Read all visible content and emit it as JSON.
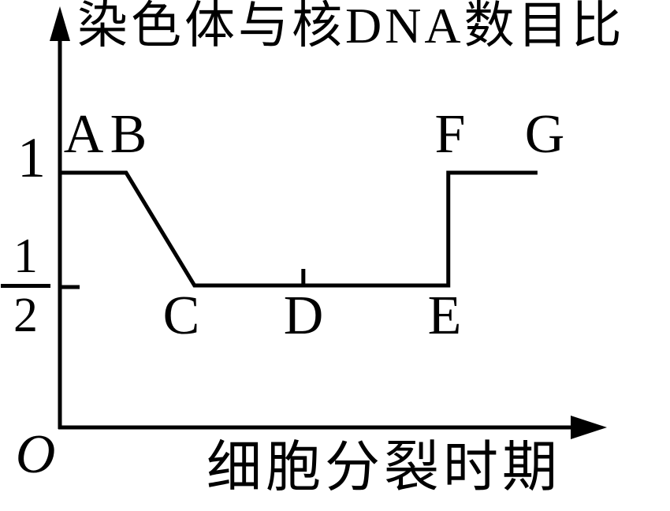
{
  "figure": {
    "background": "#ffffff",
    "ink": "#000000"
  },
  "chart_data": {
    "type": "line",
    "title": "染色体与核DNA数目比",
    "xlabel": "细胞分裂时期",
    "ylabel": "",
    "origin_label": "O",
    "grid": false,
    "legend": false,
    "line_color": "#000000",
    "xlim": [
      0,
      10
    ],
    "ylim": [
      0,
      1.3
    ],
    "yticks": [
      {
        "value": 1,
        "label": "1",
        "axis_tick": false
      },
      {
        "value": 0.5,
        "label": "1/2",
        "numerator": "1",
        "denominator": "2",
        "axis_tick": true
      }
    ],
    "points": [
      {
        "label": "A",
        "x": 0,
        "y": 1,
        "label_side": "above"
      },
      {
        "label": "B",
        "x": 1.21,
        "y": 1,
        "label_side": "above"
      },
      {
        "label": "C",
        "x": 2.46,
        "y": 0.5,
        "label_side": "below"
      },
      {
        "label": "D",
        "x": 4.45,
        "y": 0.5,
        "label_side": "below",
        "tick_only": true
      },
      {
        "label": "E",
        "x": 7.1,
        "y": 0.5,
        "label_side": "below"
      },
      {
        "label": "F",
        "x": 7.1,
        "y": 1,
        "label_side": "above"
      },
      {
        "label": "G",
        "x": 8.73,
        "y": 1,
        "label_side": "above"
      }
    ],
    "series": [
      {
        "name": "染色体与核DNA数目比",
        "path": [
          "A",
          "B",
          "C",
          "E",
          "F",
          "G"
        ]
      }
    ]
  }
}
